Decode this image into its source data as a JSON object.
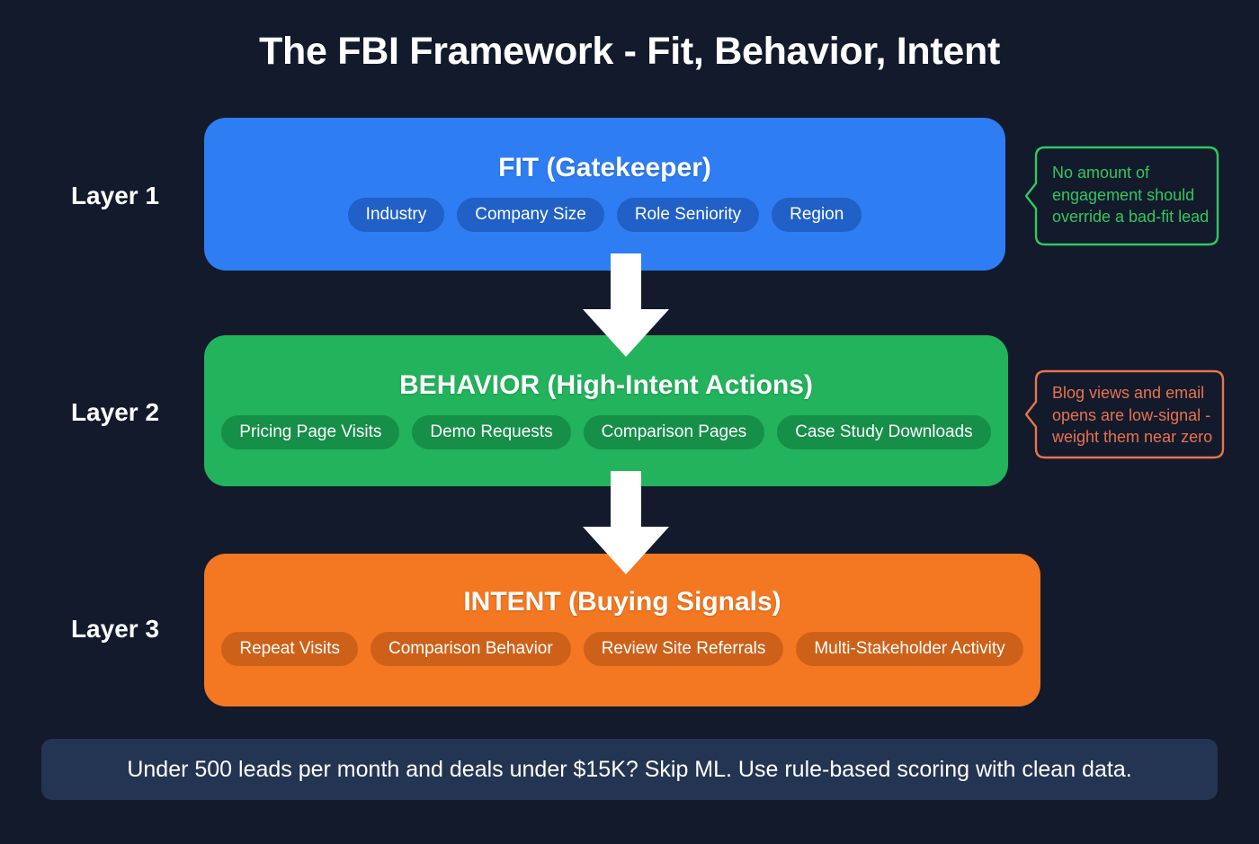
{
  "page": {
    "title": "The FBI Framework - Fit, Behavior, Intent",
    "background_color": "#121a2c"
  },
  "layers": [
    {
      "label": "Layer 1",
      "heading": "FIT (Gatekeeper)",
      "color": "#2f7df2",
      "chips": [
        "Industry",
        "Company Size",
        "Role Seniority",
        "Region"
      ],
      "callout": {
        "text": "No amount of engagement should override a bad-fit lead",
        "color": "#32c75f"
      }
    },
    {
      "label": "Layer 2",
      "heading": "BEHAVIOR (High-Intent Actions)",
      "color": "#22b35c",
      "chips": [
        "Pricing Page Visits",
        "Demo Requests",
        "Comparison Pages",
        "Case Study Downloads"
      ],
      "callout": {
        "text": "Blog views and email opens are low-signal - weight them near zero",
        "color": "#e9734b"
      }
    },
    {
      "label": "Layer 3",
      "heading": "INTENT (Buying Signals)",
      "color": "#f37821",
      "chips": [
        "Repeat Visits",
        "Comparison Behavior",
        "Review Site Referrals",
        "Multi-Stakeholder Activity"
      ],
      "callout": null
    }
  ],
  "arrows": [
    {
      "name": "arrow-fit-to-behavior",
      "direction": "down",
      "color": "#ffffff"
    },
    {
      "name": "arrow-behavior-to-intent",
      "direction": "down",
      "color": "#ffffff"
    }
  ],
  "footer": {
    "text": "Under 500 leads per month and deals under $15K? Skip ML. Use rule-based scoring with clean data.",
    "background_color": "#243553"
  }
}
